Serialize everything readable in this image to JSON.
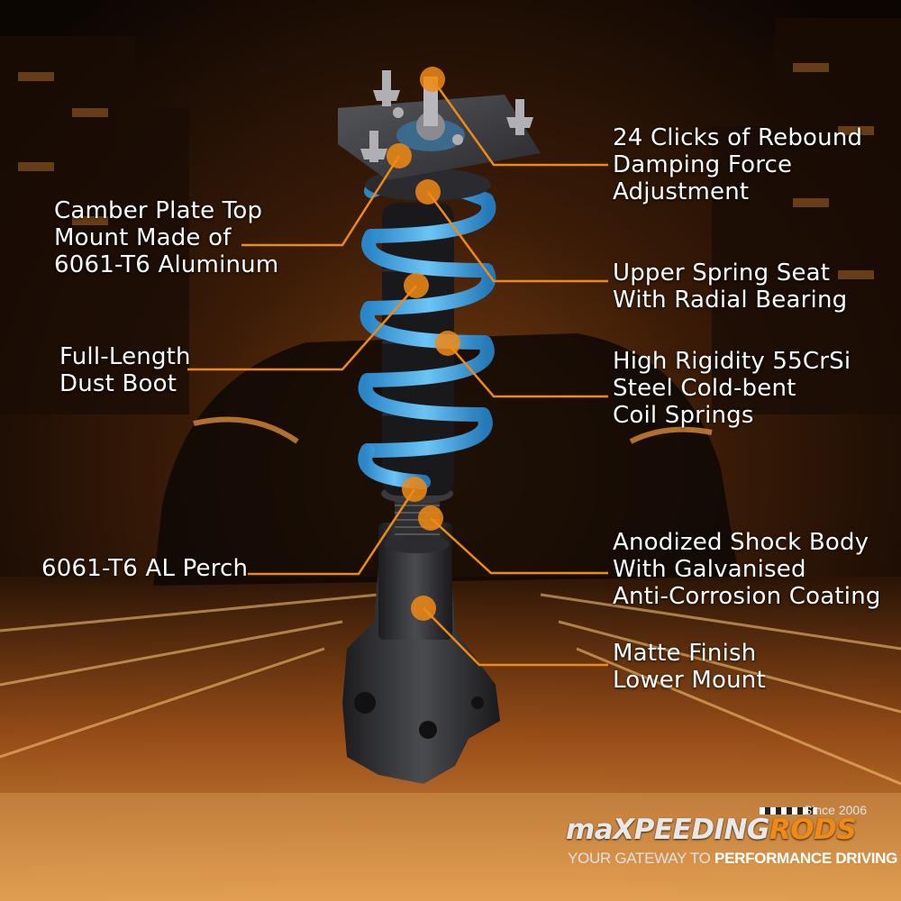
{
  "labels": {
    "rebound": [
      "24 Clicks of Rebound",
      "Damping Force",
      "Adjustment"
    ],
    "camber": [
      "Camber Plate Top",
      "Mount Made of",
      "6061-T6 Aluminum"
    ],
    "upper_seat": [
      "Upper Spring Seat",
      "With Radial Bearing"
    ],
    "dust_boot": [
      "Full-Length",
      "Dust Boot"
    ],
    "springs": [
      "High Rigidity 55CrSi",
      "Steel Cold-bent",
      "Coil Springs"
    ],
    "perch": [
      "6061-T6 AL Perch"
    ],
    "shock_body": [
      "Anodized Shock Body",
      "With Galvanised",
      "Anti-Corrosion Coating"
    ],
    "lower_mount": [
      "Matte Finish",
      "Lower Mount"
    ]
  },
  "logo": {
    "brand_prefix": "maX",
    "brand_mid": "PEEDING",
    "brand_suffix": "RODS",
    "since": "Since 2006",
    "tagline_prefix": "YOUR GATEWAY TO ",
    "tagline_bold": "PERFORMANCE DRIVING"
  },
  "colors": {
    "accent": "#f08a14",
    "spring": "#3fa6e6",
    "background_dark": "#120a04"
  },
  "icons": [
    "coilover-illustration",
    "callout-marker"
  ]
}
